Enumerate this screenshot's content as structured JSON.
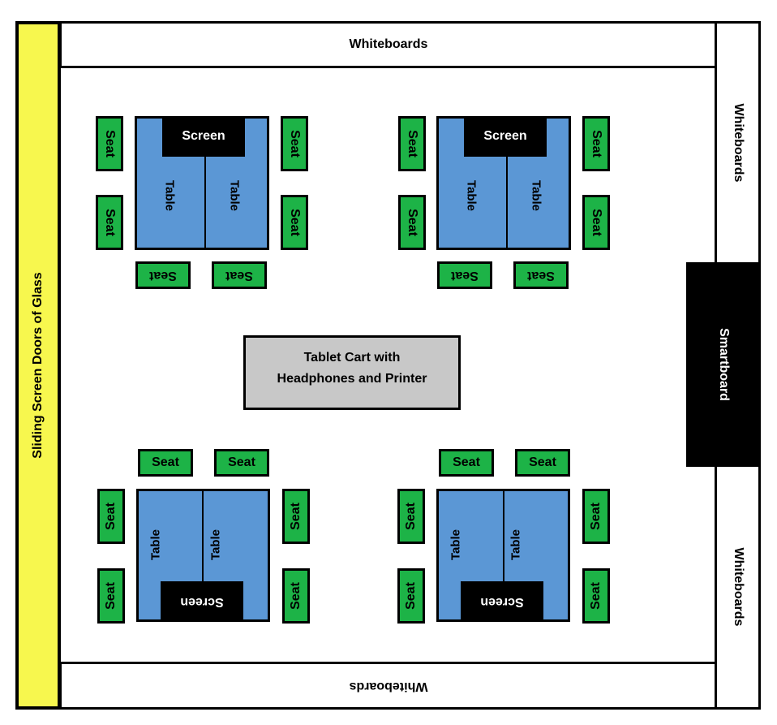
{
  "room": {
    "whiteboard_top": "Whiteboards",
    "whiteboard_bottom": "Whiteboards",
    "whiteboard_right_top": "Whiteboards",
    "whiteboard_right_bottom": "Whiteboards",
    "smartboard": "Smartboard",
    "doors": "Sliding Screen Doors of Glass",
    "cart_line1": "Tablet Cart with",
    "cart_line2": "Headphones and Printer"
  },
  "labels": {
    "screen": "Screen",
    "table": "Table",
    "seat": "Seat"
  },
  "colors": {
    "door": "#f7f74e",
    "table": "#5b97d5",
    "seat": "#1db347",
    "cart": "#c8c8c8",
    "smartboard": "#000000"
  }
}
